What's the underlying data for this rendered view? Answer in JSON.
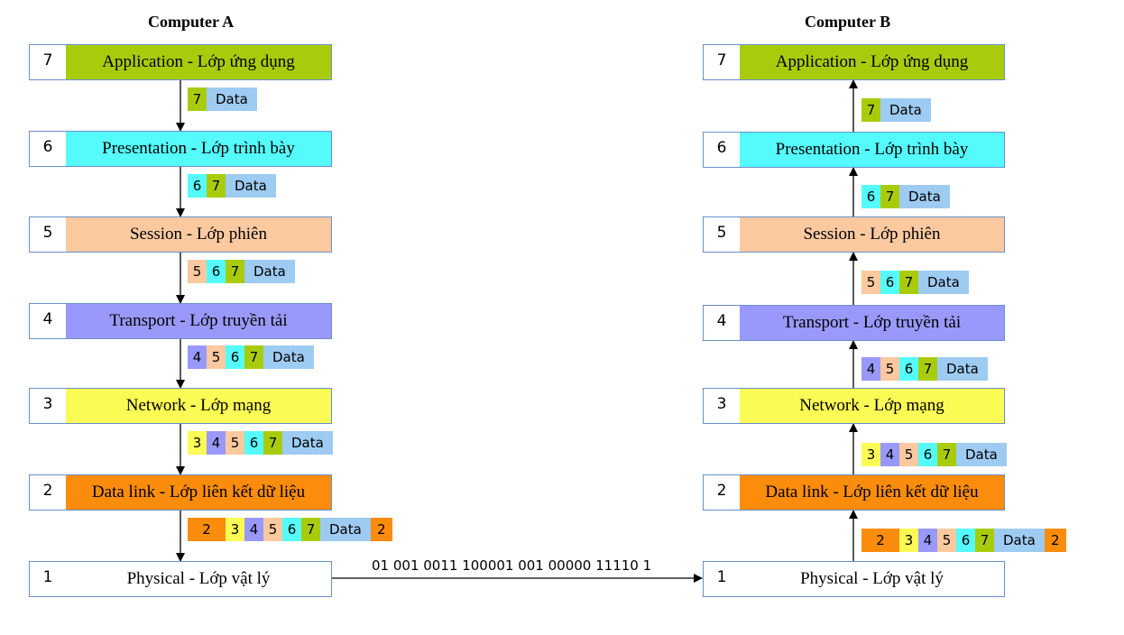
{
  "computer_a": {
    "title": "Computer A"
  },
  "computer_b": {
    "title": "Computer B"
  },
  "layers": [
    {
      "num": "7",
      "name": "Application - Lớp ứng dụng",
      "color": "#a8cc0c"
    },
    {
      "num": "6",
      "name": "Presentation - Lớp trình bày",
      "color": "#55fbfb"
    },
    {
      "num": "5",
      "name": "Session - Lớp phiên",
      "color": "#fbc9a0"
    },
    {
      "num": "4",
      "name": "Transport - Lớp truyền tải",
      "color": "#9999fb"
    },
    {
      "num": "3",
      "name": "Network - Lớp mạng",
      "color": "#fbfb55"
    },
    {
      "num": "2",
      "name": "Data link - Lớp liên kết dữ liệu",
      "color": "#fb8c0c"
    },
    {
      "num": "1",
      "name": "Physical - Lớp vật lý",
      "color": "#ffffff"
    }
  ],
  "pdus": [
    {
      "headers": [
        "7"
      ],
      "data": "Data",
      "trailer": ""
    },
    {
      "headers": [
        "6",
        "7"
      ],
      "data": "Data",
      "trailer": ""
    },
    {
      "headers": [
        "5",
        "6",
        "7"
      ],
      "data": "Data",
      "trailer": ""
    },
    {
      "headers": [
        "4",
        "5",
        "6",
        "7"
      ],
      "data": "Data",
      "trailer": ""
    },
    {
      "headers": [
        "3",
        "4",
        "5",
        "6",
        "7"
      ],
      "data": "Data",
      "trailer": ""
    },
    {
      "headers": [
        "2",
        "3",
        "4",
        "5",
        "6",
        "7"
      ],
      "data": "Data",
      "trailer": "2"
    }
  ],
  "header_colors": {
    "2": "#fb8c0c",
    "3": "#fbfb55",
    "4": "#9999fb",
    "5": "#fbc9a0",
    "6": "#55fbfb",
    "7": "#a8cc0c"
  },
  "data_color": "#9ecbf2",
  "bitstream": "01 001 0011 100001 001 00000 11110 1"
}
